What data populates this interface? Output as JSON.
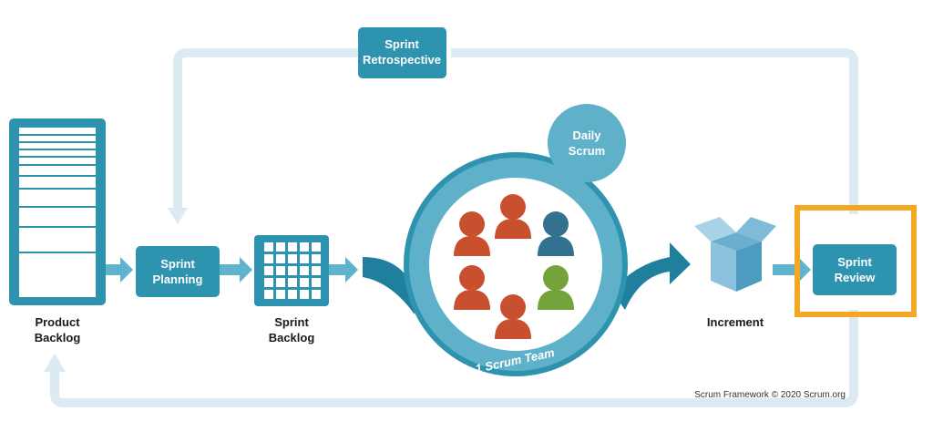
{
  "nodes": {
    "sprint_retrospective": [
      "Sprint",
      "Retrospective"
    ],
    "daily_scrum": [
      "Daily",
      "Scrum"
    ],
    "sprint_planning": [
      "Sprint",
      "Planning"
    ],
    "sprint_review": [
      "Sprint",
      "Review"
    ]
  },
  "captions": {
    "product_backlog": [
      "Product",
      "Backlog"
    ],
    "sprint_backlog": [
      "Sprint",
      "Backlog"
    ],
    "increment": "Increment"
  },
  "team_label": "1 Scrum Team",
  "credit": "Scrum Framework © 2020 Scrum.org",
  "colors": {
    "primary": "#2e93af",
    "dark": "#1f7f9c",
    "light_loop": "#dcebf2",
    "arrow": "#5fb3cc",
    "highlight": "#f5a623",
    "daily_circle": "#5fb0c9",
    "person_red": "#c9502e",
    "person_blue": "#33728f",
    "person_green": "#74a23b"
  },
  "icons": [
    "product-backlog-list-icon",
    "sprint-backlog-grid-icon",
    "person-icon",
    "open-box-icon"
  ]
}
